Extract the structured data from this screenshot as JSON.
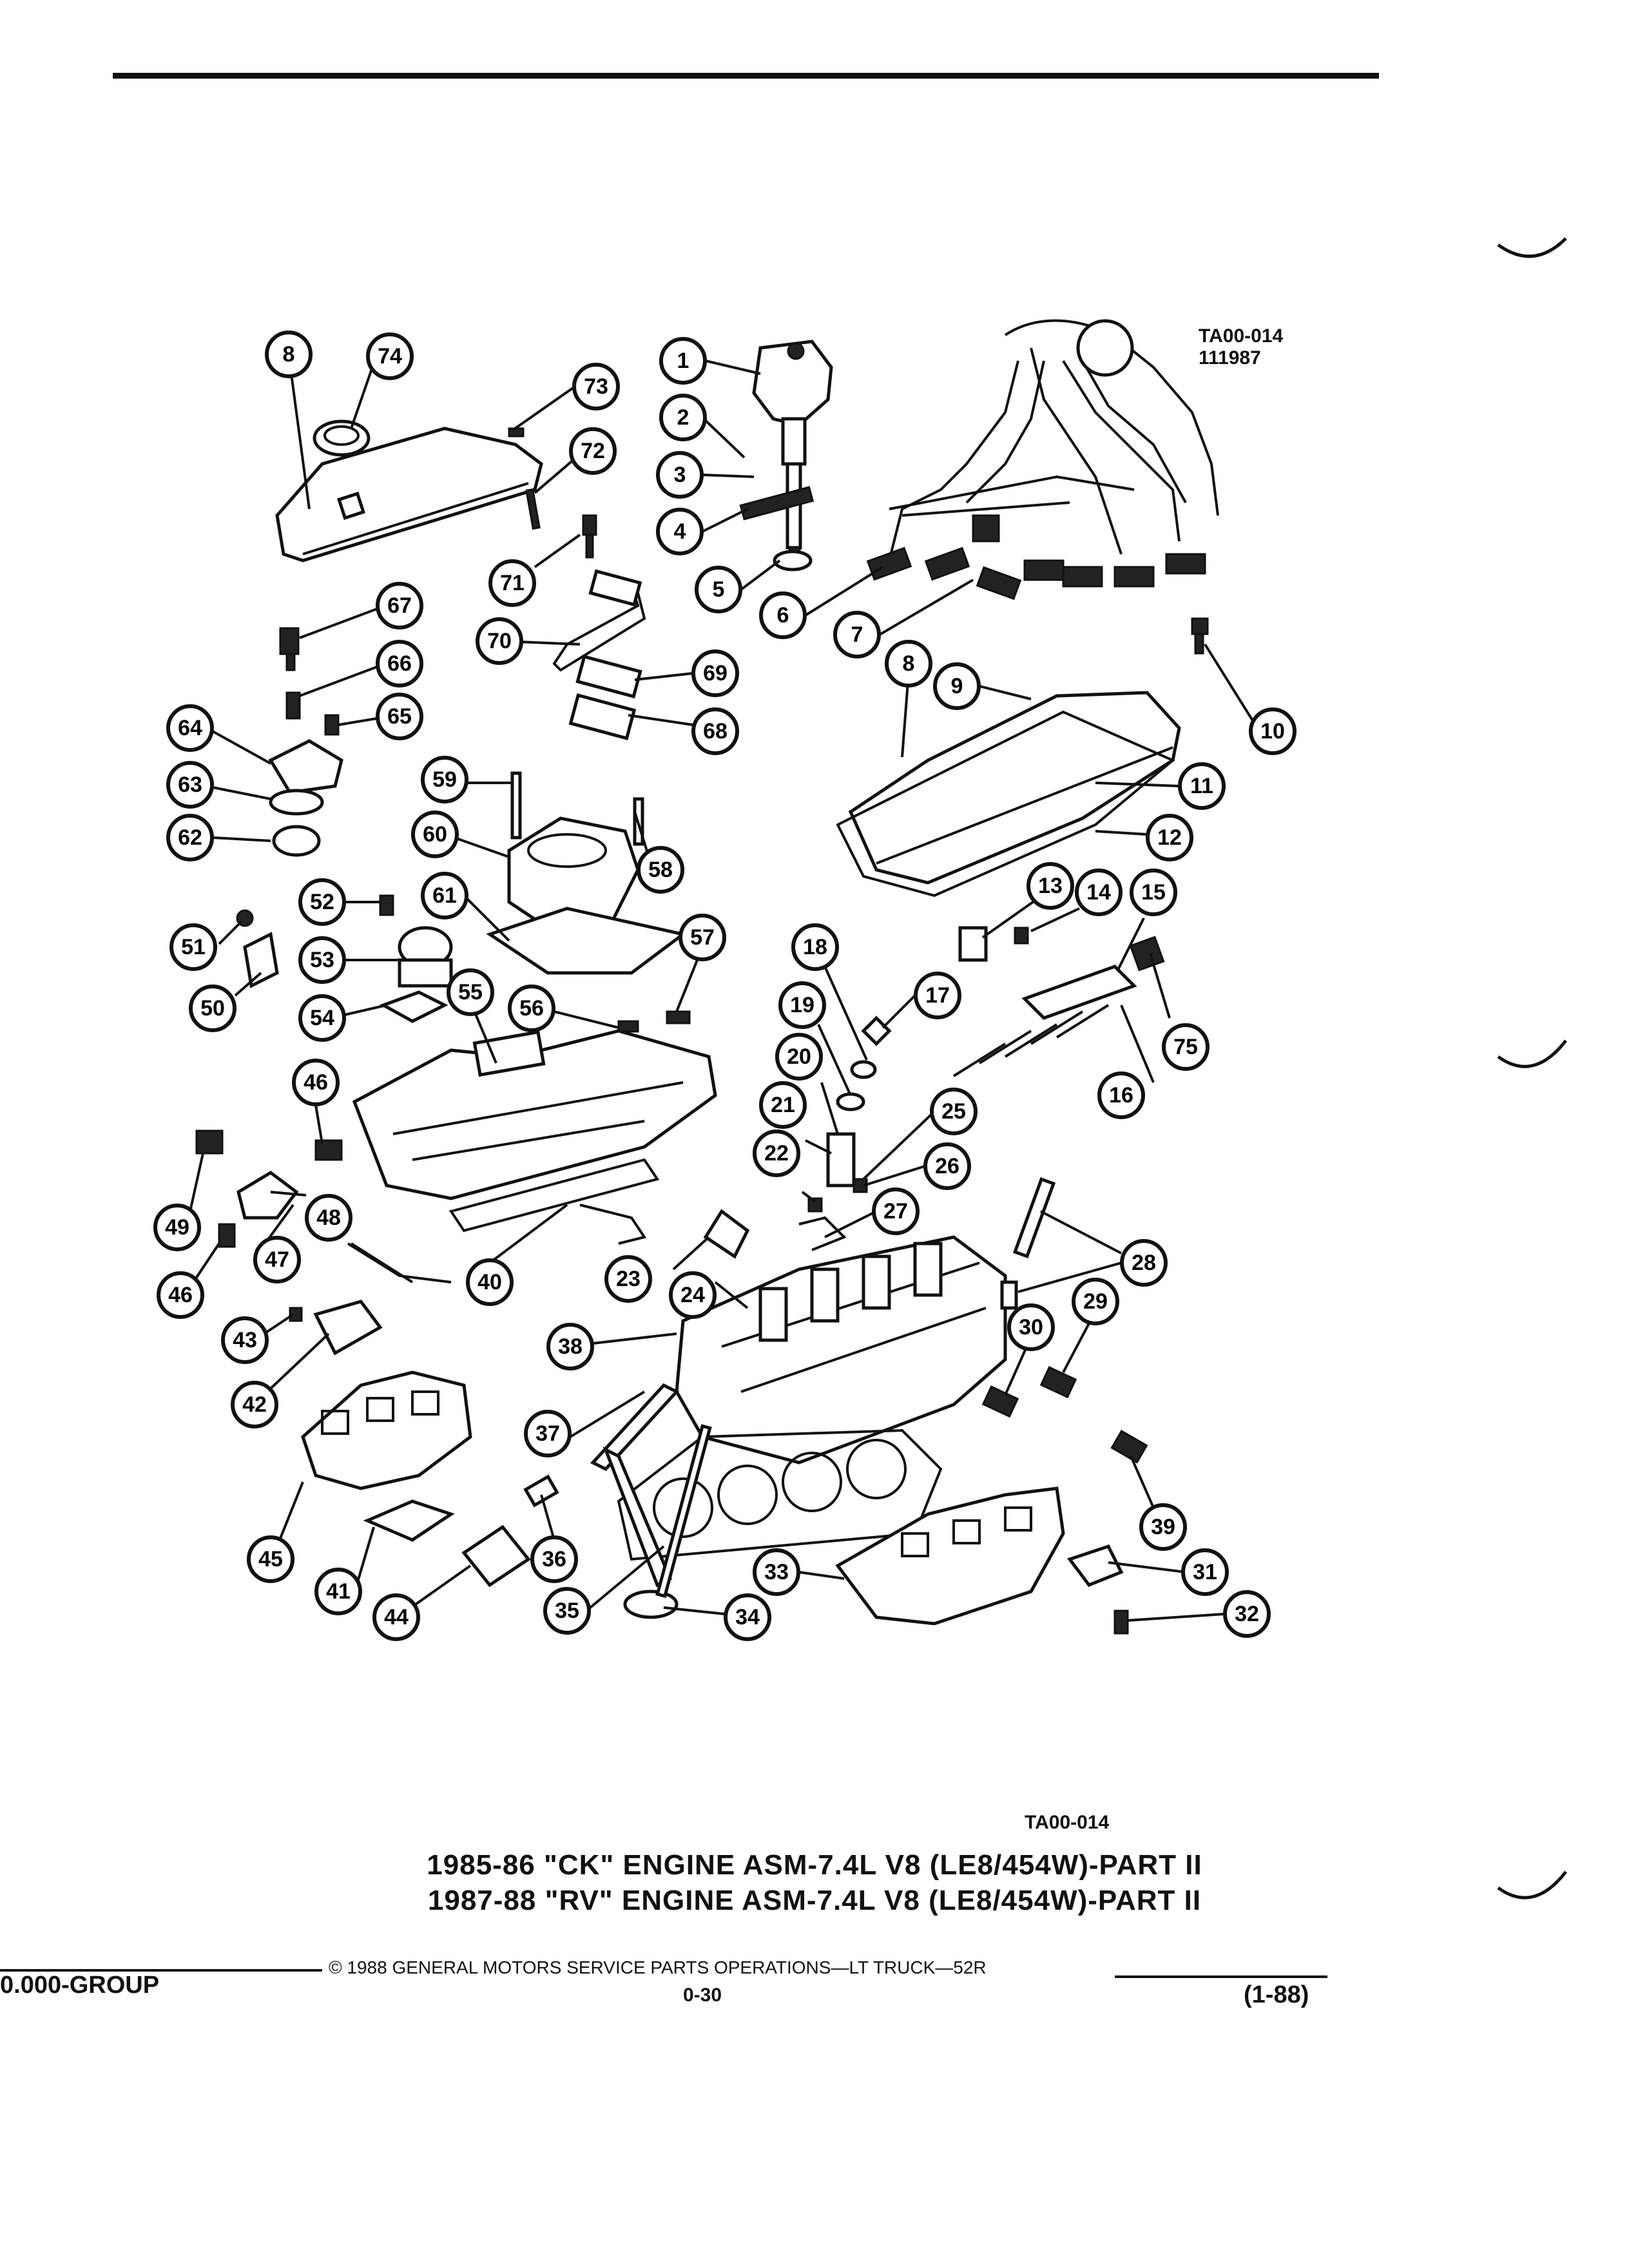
{
  "drawing": {
    "code": "TA00-014",
    "date": "111987"
  },
  "illustration_id": "TA00-014",
  "title": {
    "line1": "1985-86 \"CK\" ENGINE ASM-7.4L V8 (LE8/454W)-PART II",
    "line2": "1987-88 \"RV\" ENGINE ASM-7.4L V8 (LE8/454W)-PART II"
  },
  "footer": {
    "group": "0.000-GROUP",
    "copyright": "© 1988 GENERAL MOTORS SERVICE PARTS OPERATIONS—LT TRUCK—52R",
    "page": "0-30",
    "revision": "(1-88)"
  },
  "callouts": [
    "1",
    "2",
    "3",
    "4",
    "5",
    "6",
    "7",
    "8",
    "8",
    "9",
    "10",
    "11",
    "12",
    "13",
    "14",
    "15",
    "16",
    "17",
    "18",
    "19",
    "20",
    "21",
    "22",
    "23",
    "24",
    "25",
    "26",
    "27",
    "28",
    "29",
    "30",
    "31",
    "32",
    "33",
    "34",
    "35",
    "36",
    "37",
    "38",
    "39",
    "40",
    "41",
    "42",
    "43",
    "44",
    "45",
    "46",
    "46",
    "47",
    "48",
    "49",
    "50",
    "51",
    "52",
    "53",
    "54",
    "55",
    "56",
    "57",
    "58",
    "59",
    "60",
    "61",
    "62",
    "63",
    "64",
    "65",
    "66",
    "67",
    "68",
    "69",
    "70",
    "71",
    "72",
    "73",
    "74",
    "75"
  ]
}
